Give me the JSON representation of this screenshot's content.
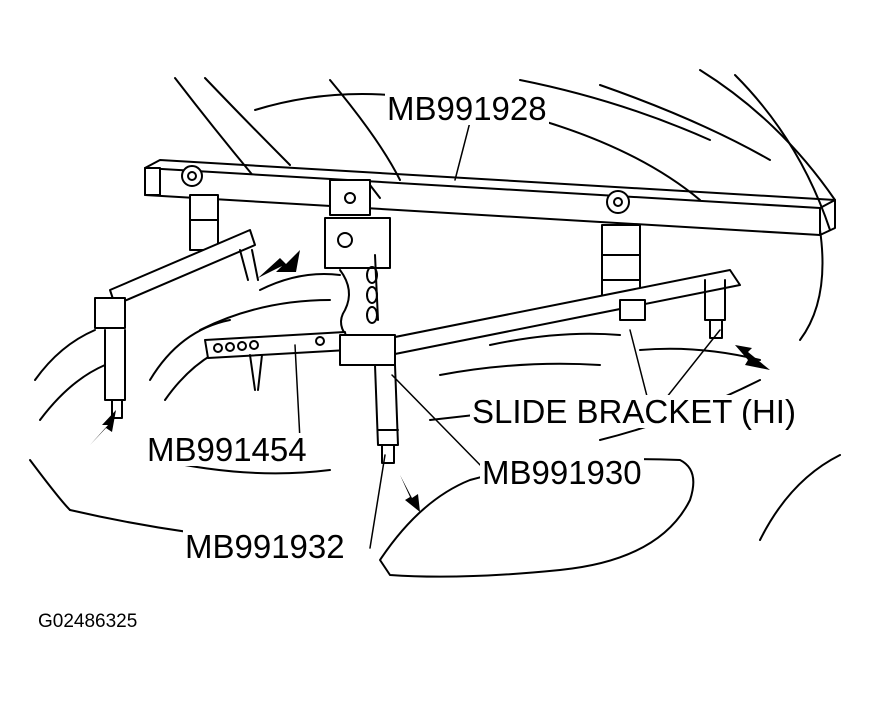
{
  "labels": {
    "top_beam": "MB991928",
    "slide_bracket": "SLIDE BRACKET (HI)",
    "left_bar": "MB991454",
    "center_leg": "MB991930",
    "front_leg": "MB991932"
  },
  "figure_id": "G02486325",
  "colors": {
    "line": "#000000",
    "background": "#ffffff"
  }
}
